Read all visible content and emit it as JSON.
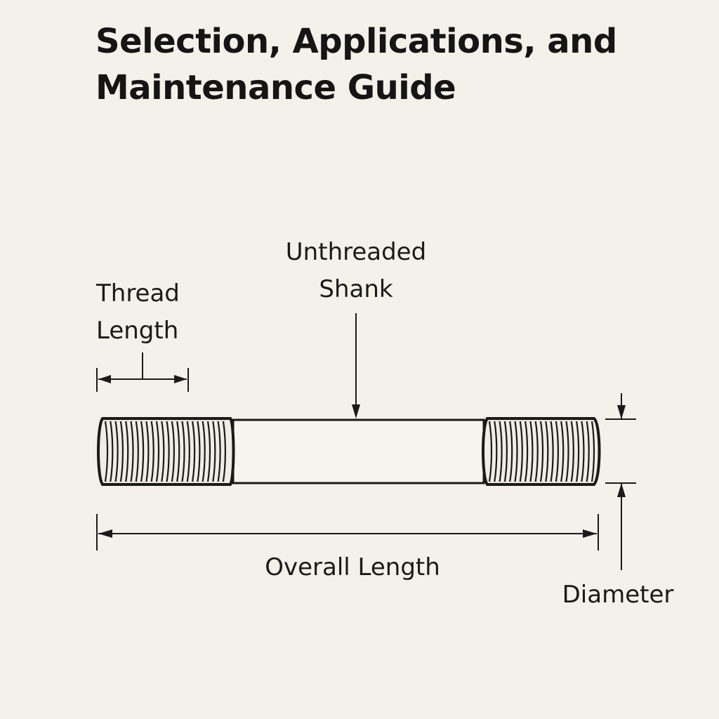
{
  "title": "Selection, Applications, and Maintenance Guide",
  "labels": {
    "unthreaded_shank": [
      "Unthreaded",
      "Shank"
    ],
    "thread_length": [
      "Thread",
      "Length"
    ],
    "overall_length": "Overall Length",
    "diameter": "Diameter"
  },
  "colors": {
    "background": "#f4f1ea",
    "ink": "#1a1a1a"
  }
}
